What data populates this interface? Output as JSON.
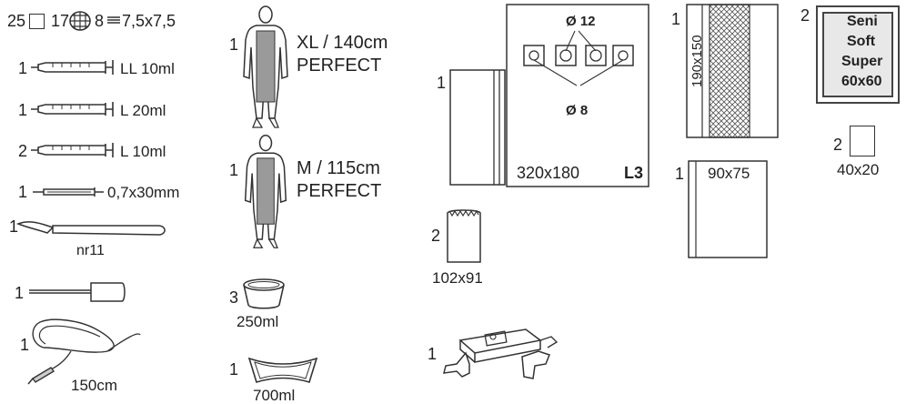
{
  "top_row": {
    "compress_qty": "25",
    "gauze_qty": "17",
    "swab_qty": "8",
    "compress_size": "7,5x7,5"
  },
  "syringes": [
    {
      "qty": "1",
      "label": "LL 10ml"
    },
    {
      "qty": "1",
      "label": "L 20ml"
    },
    {
      "qty": "2",
      "label": "L 10ml"
    }
  ],
  "needle": {
    "qty": "1",
    "label": "0,7x30mm"
  },
  "scalpel": {
    "qty": "1",
    "label": "nr11"
  },
  "brush": {
    "qty": "1"
  },
  "cable": {
    "qty": "1",
    "label": "150cm"
  },
  "gowns": [
    {
      "qty": "1",
      "size": "XL / 140cm",
      "model": "PERFECT"
    },
    {
      "qty": "1",
      "size": "M / 115cm",
      "model": "PERFECT"
    }
  ],
  "cup": {
    "qty": "3",
    "label": "250ml"
  },
  "bowl": {
    "qty": "1",
    "label": "700ml"
  },
  "drape_folded": {
    "qty": "1"
  },
  "main_drape": {
    "hole_large": "Ø 12",
    "hole_small": "Ø 8",
    "size": "320x180",
    "code": "L3"
  },
  "bag": {
    "qty": "2",
    "label": "102x91"
  },
  "clamp": {
    "qty": "1"
  },
  "drape_190": {
    "qty": "1",
    "label": "190x150"
  },
  "drape_90": {
    "qty": "1",
    "label": "90x75"
  },
  "seni": {
    "qty": "2",
    "line1": "Seni",
    "line2": "Soft",
    "line3": "Super",
    "line4": "60x60"
  },
  "small_item": {
    "qty": "2",
    "label": "40x20"
  }
}
